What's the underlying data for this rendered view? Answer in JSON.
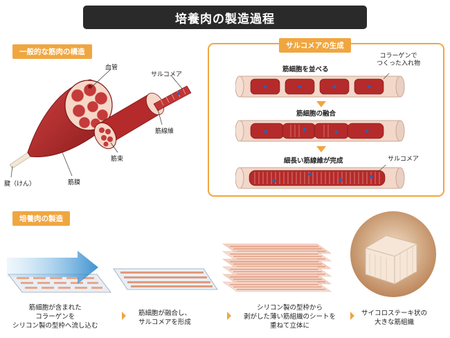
{
  "title": "培養肉の製造過程",
  "muscle_section": {
    "tag": "一般的な筋肉の構造",
    "labels": {
      "blood_vessel": "血管",
      "sarcomere": "サルコメア",
      "myofiber": "筋線維",
      "fascicle": "筋束",
      "tendon": "腱（けん）",
      "epimysium": "筋膜"
    }
  },
  "sarcomere_section": {
    "tag": "サルコメアの生成",
    "collagen_note_line1": "コラーゲンで",
    "collagen_note_line2": "つくった入れ物",
    "step1": "筋細胞を並べる",
    "step2": "筋細胞の融合",
    "step3": "細長い筋線維が完成",
    "sarcomere_label": "サルコメア"
  },
  "process_section": {
    "tag": "培養肉の製造",
    "steps": [
      {
        "line1": "筋細胞が含まれた",
        "line2": "コラーゲンを",
        "line3": "シリコン製の型枠へ流し込む"
      },
      {
        "line1": "筋細胞が融合し、",
        "line2": "サルコメアを形成"
      },
      {
        "line1": "シリコン製の型枠から",
        "line2": "剥がした薄い筋組織のシートを",
        "line3": "重ねて立体に"
      },
      {
        "line1": "サイコロステーキ状の",
        "line2": "大きな筋組織"
      }
    ]
  },
  "colors": {
    "accent_orange": "#f0a640",
    "muscle_red": "#b52a2a",
    "dark_bar": "#2a2a2a",
    "nucleus_blue": "#2f5fb0"
  }
}
